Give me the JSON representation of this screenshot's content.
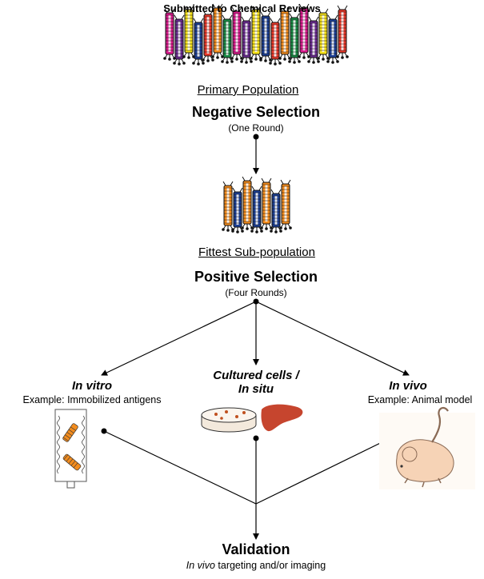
{
  "header": {
    "text": "Submitted to Chemical Reviews"
  },
  "primary": {
    "label": "Primary Population"
  },
  "negative": {
    "title": "Negative Selection",
    "subtitle": "(One Round)"
  },
  "fittest": {
    "label": "Fittest Sub-population"
  },
  "positive": {
    "title": "Positive Selection",
    "subtitle": "(Four Rounds)"
  },
  "branches": {
    "in_vitro": {
      "title": "In vitro",
      "example": "Example: Immobilized antigens"
    },
    "cultured": {
      "title_line1": "Cultured cells /",
      "title_line2": "In situ"
    },
    "in_vivo": {
      "title": "In vivo",
      "example": "Example: Animal model"
    }
  },
  "validation": {
    "title": "Validation",
    "subtitle_italic": "In vivo",
    "subtitle_rest": " targeting and/or imaging"
  },
  "colors": {
    "phage_palette": [
      "#d81b8c",
      "#6a2c91",
      "#f4e01a",
      "#1c3f94",
      "#e8392a",
      "#f28c1e",
      "#1a8a45"
    ],
    "fittest_palette": [
      "#f28c1e",
      "#1c3f94"
    ],
    "liver": "#c6452e",
    "mouse": "#f6d3b6"
  },
  "icons": {
    "phage_population": "phage-population-icon",
    "fittest_population": "fittest-population-icon",
    "column": "column-icon",
    "petri_dish": "petri-dish-icon",
    "liver": "liver-icon",
    "mouse": "mouse-icon"
  }
}
